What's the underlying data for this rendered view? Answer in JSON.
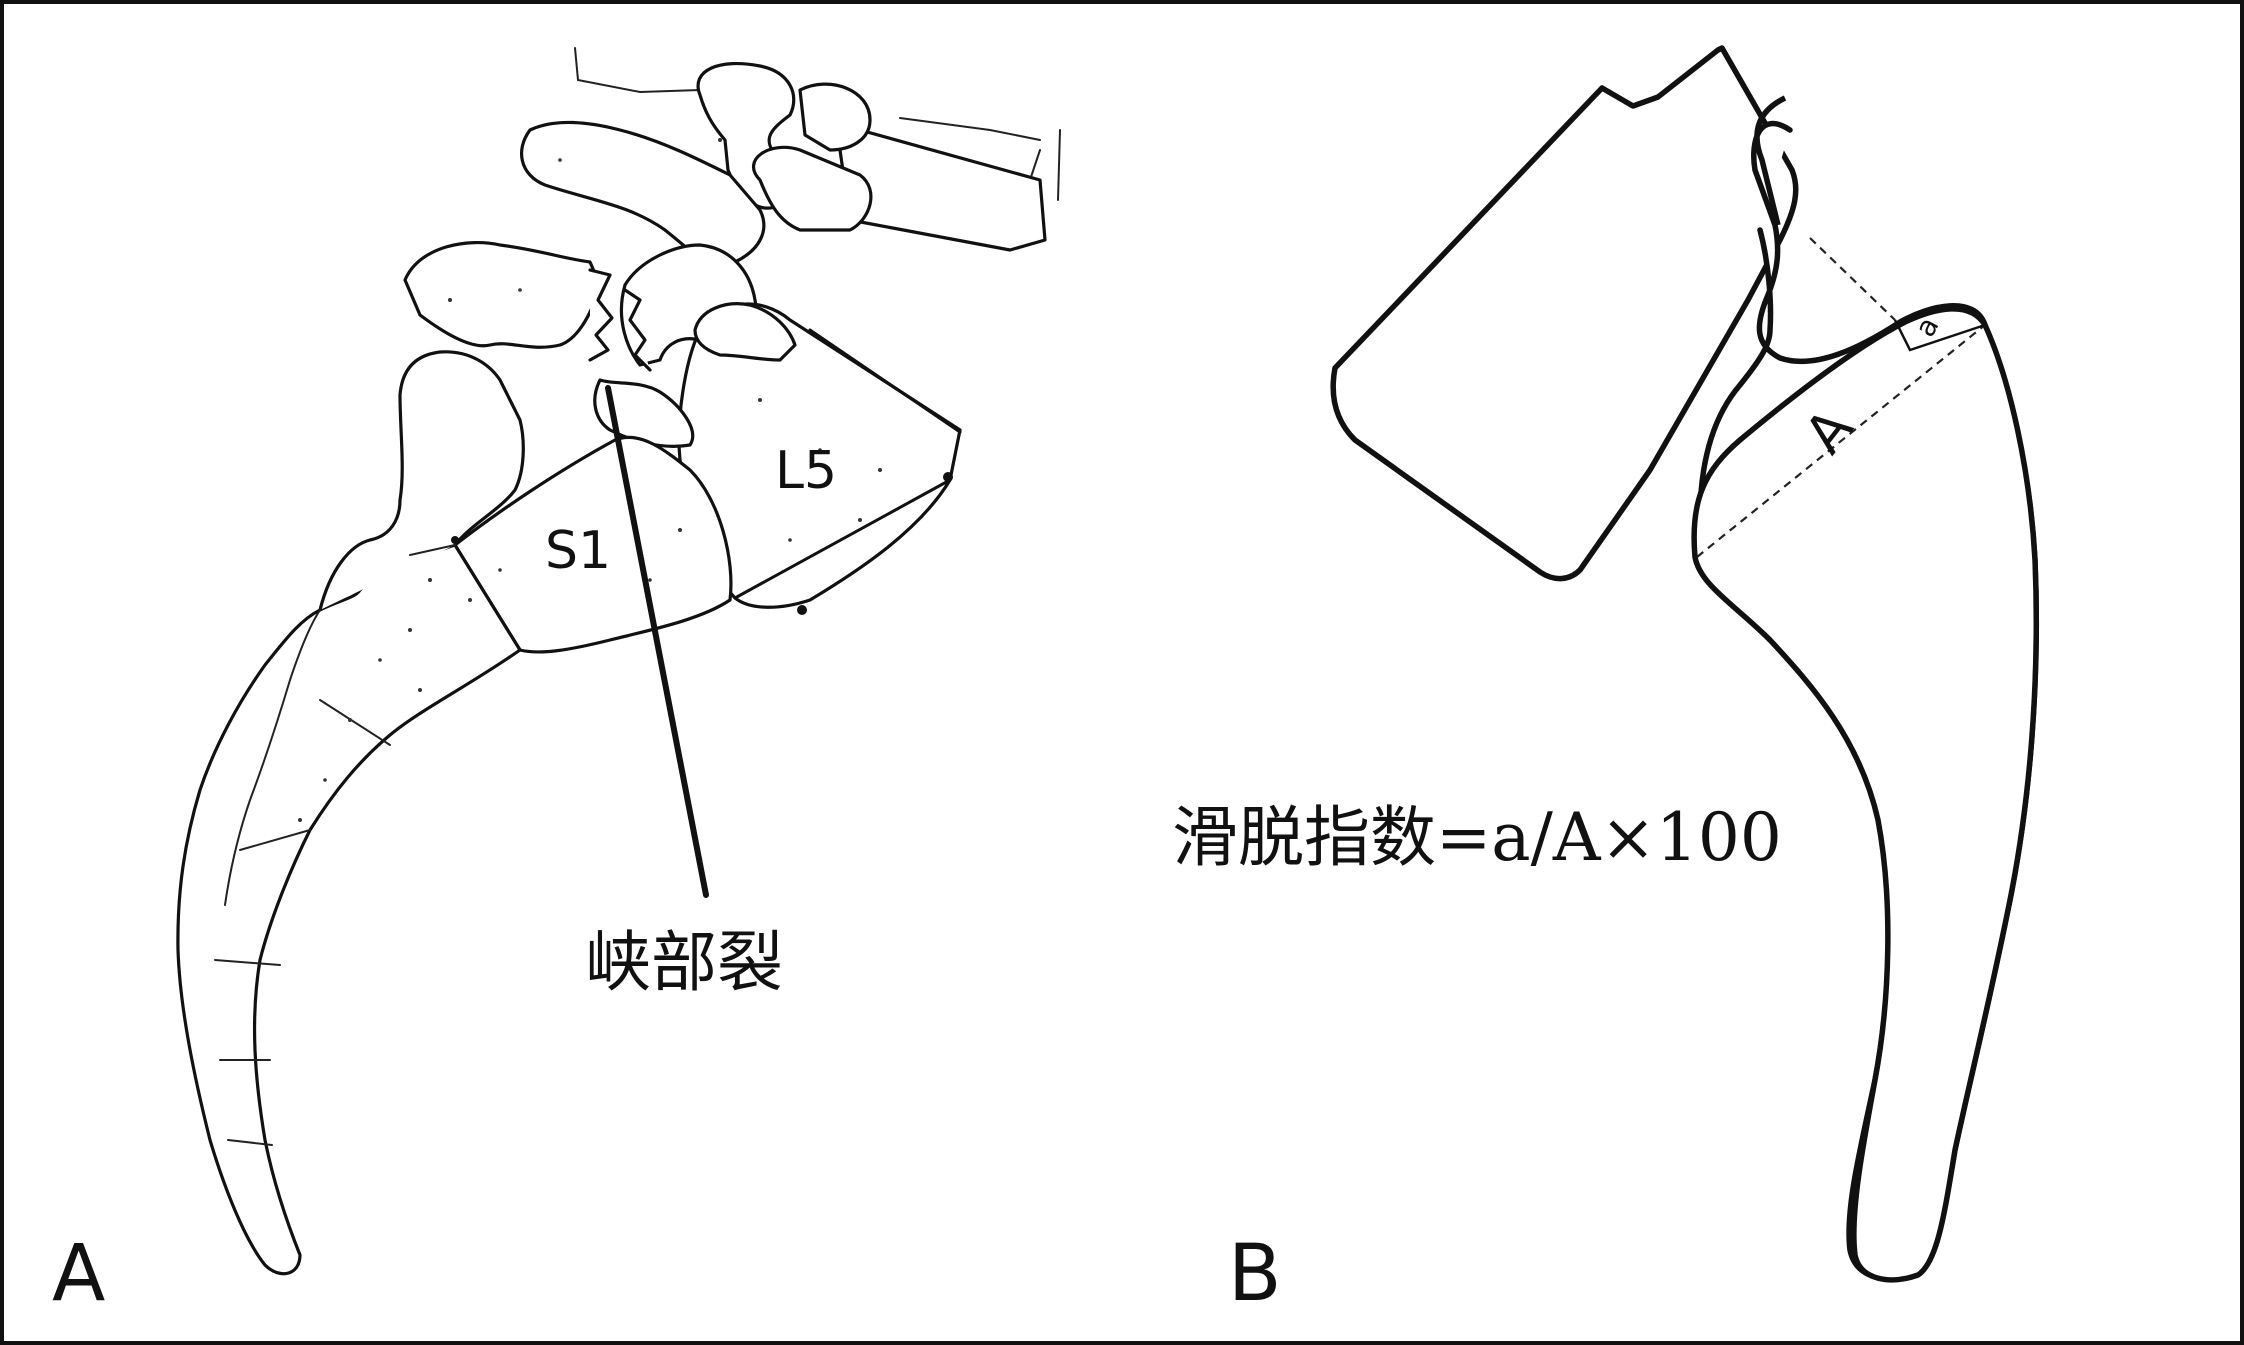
{
  "panel_a": {
    "letter": "A",
    "label_l5": "L5",
    "label_s1": "S1",
    "pars_defect_label": "峡部裂"
  },
  "panel_b": {
    "letter": "B",
    "measure_small": "a",
    "measure_large": "A",
    "formula": "滑脱指数=a/A×100"
  }
}
